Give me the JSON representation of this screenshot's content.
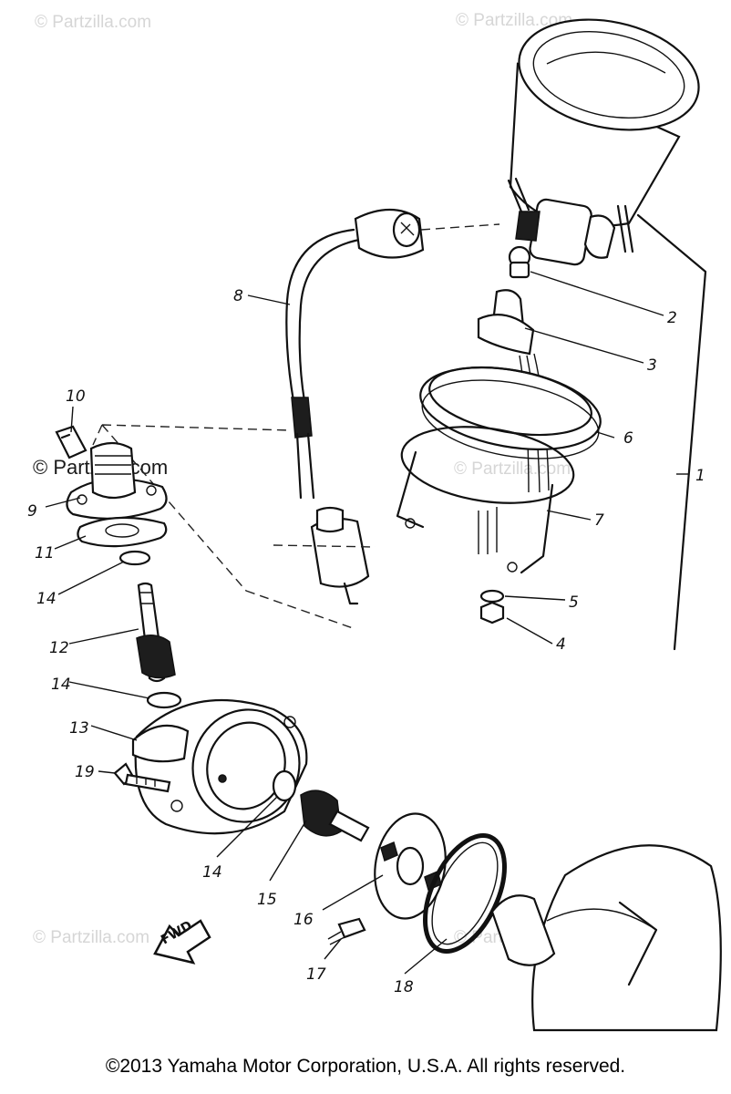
{
  "watermarks": [
    "© Partzilla.com",
    "© Partzilla.com",
    "© Partzilla.com",
    "© Partzilla.com",
    "© Partzilla.com",
    "© Partzilla.com"
  ],
  "callouts": [
    "1",
    "2",
    "3",
    "4",
    "5",
    "6",
    "7",
    "8",
    "9",
    "10",
    "11",
    "12",
    "13",
    "14",
    "14",
    "14",
    "15",
    "16",
    "17",
    "18",
    "19"
  ],
  "fwd_label": "FWD",
  "copyright": "©2013 Yamaha Motor Corporation, U.S.A. All rights reserved."
}
